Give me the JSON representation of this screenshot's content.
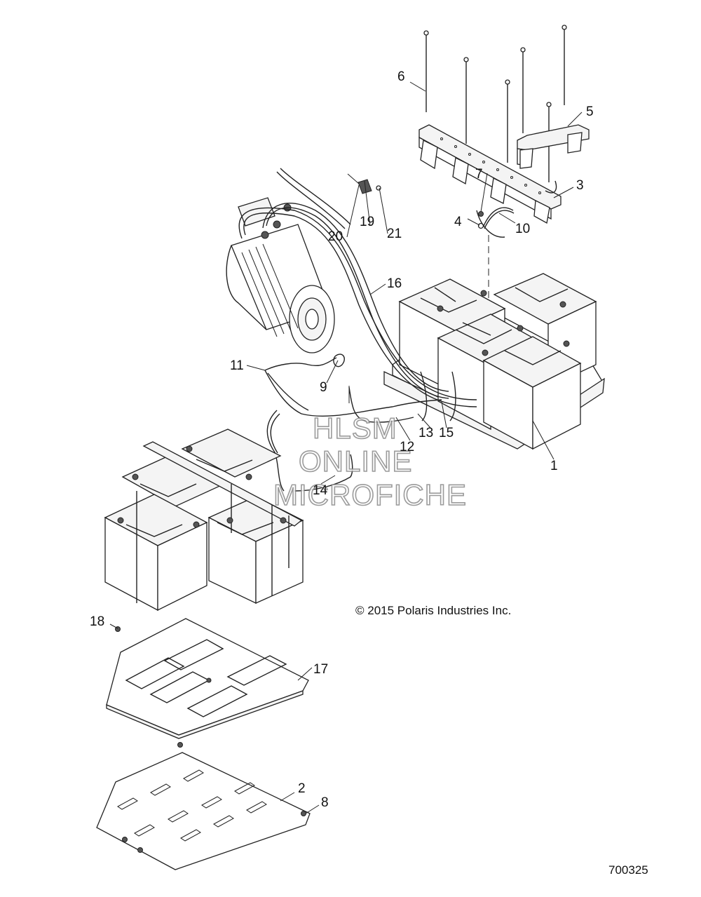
{
  "callouts": [
    "1",
    "2",
    "3",
    "4",
    "5",
    "6",
    "7",
    "8",
    "9",
    "10",
    "11",
    "12",
    "13",
    "14",
    "15",
    "16",
    "17",
    "18",
    "19",
    "20",
    "21"
  ],
  "watermark": [
    "HLSM",
    "ONLINE",
    "MICROFICHE"
  ],
  "copyright": "© 2015 Polaris Industries Inc.",
  "figure_number": "700325"
}
